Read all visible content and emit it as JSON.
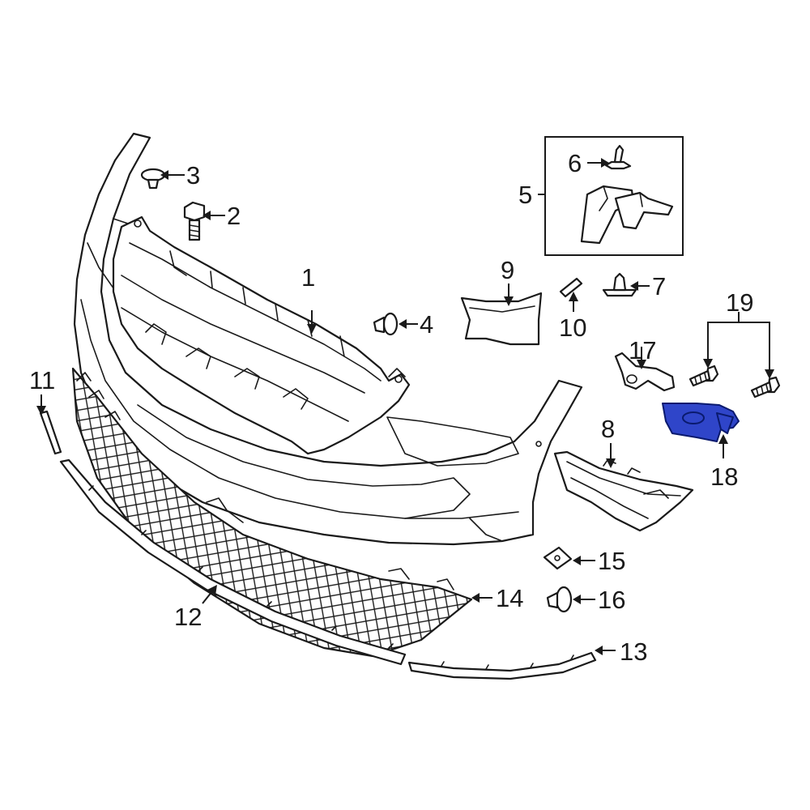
{
  "highlight_color": "#2f45c9",
  "callouts": [
    {
      "id": "1",
      "label": "1"
    },
    {
      "id": "2",
      "label": "2"
    },
    {
      "id": "3",
      "label": "3"
    },
    {
      "id": "4",
      "label": "4"
    },
    {
      "id": "5",
      "label": "5"
    },
    {
      "id": "6",
      "label": "6"
    },
    {
      "id": "7",
      "label": "7"
    },
    {
      "id": "8",
      "label": "8"
    },
    {
      "id": "9",
      "label": "9"
    },
    {
      "id": "10",
      "label": "10"
    },
    {
      "id": "11",
      "label": "11"
    },
    {
      "id": "12",
      "label": "12"
    },
    {
      "id": "13",
      "label": "13"
    },
    {
      "id": "14",
      "label": "14"
    },
    {
      "id": "15",
      "label": "15"
    },
    {
      "id": "16",
      "label": "16"
    },
    {
      "id": "17",
      "label": "17"
    },
    {
      "id": "18",
      "label": "18"
    },
    {
      "id": "19",
      "label": "19"
    }
  ]
}
